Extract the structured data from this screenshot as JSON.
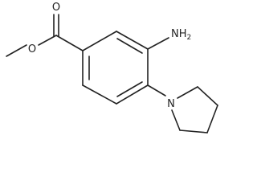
{
  "diagram": {
    "atoms": {
      "methoxy_oxygen": "O",
      "carbonyl_oxygen": "O",
      "amino_group": "NH",
      "amino_subscript": "2",
      "pyrrolidine_nitrogen": "N"
    }
  }
}
